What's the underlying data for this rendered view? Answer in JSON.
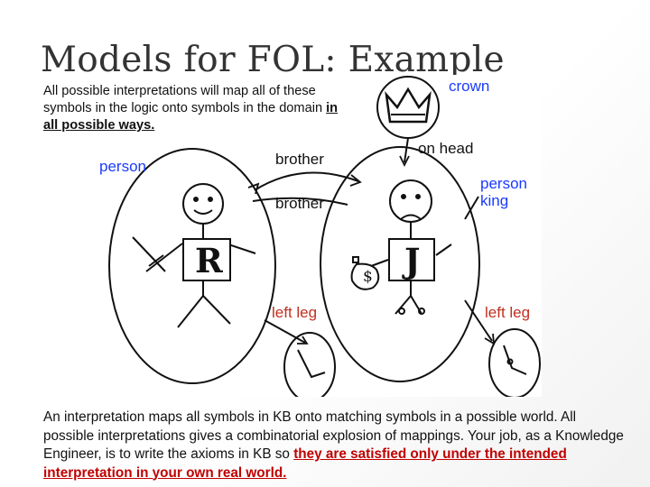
{
  "title": "Models for FOL: Example",
  "intro": {
    "text": "All possible interpretations will map all of these symbols in the logic onto symbols in the domain ",
    "emphasis": "in all possible ways."
  },
  "diagram": {
    "crown": "crown",
    "on_head": "on head",
    "person_left": "person",
    "brother_top": "brother",
    "brother_bottom": "brother",
    "person_right": "person",
    "king": "king",
    "left_leg_1": "left leg",
    "left_leg_2": "left leg",
    "name_r": "R",
    "name_j": "J",
    "money": "$"
  },
  "caption": {
    "text": "An interpretation maps all symbols in KB onto matching symbols in a possible world.  All possible interpretations gives a combinatorial explosion of mappings. Your job, as a Knowledge Engineer, is to write the axioms in KB so ",
    "emphasis": "they are satisfied only under the intended interpretation in your own real world."
  }
}
